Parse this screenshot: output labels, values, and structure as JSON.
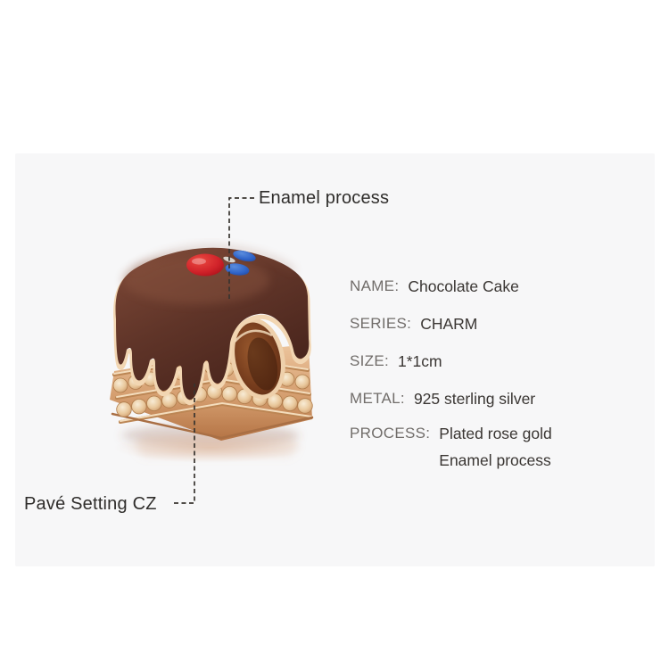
{
  "page": {
    "background": "#ffffff",
    "panel_background": "#f7f7f8"
  },
  "callouts": {
    "top": {
      "label": "Enamel process"
    },
    "bottom": {
      "label": "Pavé Setting CZ"
    }
  },
  "specs": {
    "rows": [
      {
        "label": "NAME:",
        "value": "Chocolate Cake"
      },
      {
        "label": "SERIES:",
        "value": "CHARM"
      },
      {
        "label": "SIZE:",
        "value": "1*1cm"
      },
      {
        "label": "METAL:",
        "value": "925 sterling silver"
      },
      {
        "label": "PROCESS:",
        "value_lines": [
          "Plated rose gold",
          "Enamel process"
        ]
      }
    ]
  },
  "charm": {
    "description": "chocolate cake slice charm bead, rose gold with pave CZ base, chocolate enamel drip top, red and blue enamel decorations, side bead hole",
    "colors": {
      "chocolate_dark": "#47241b",
      "chocolate": "#60352a",
      "chocolate_light": "#7c4a39",
      "gold_light": "#f2d6b2",
      "gold": "#d8a678",
      "gold_dark": "#b87c4e",
      "stone_light": "#f8ecd6",
      "stone": "#e2b98a",
      "stone_edge": "#b07d4c",
      "hole_inner": "#8a4a26",
      "hole_dark": "#5a2d14",
      "berry_red": "#cf1f26",
      "accent_blue": "#2f63c8",
      "callout_line": "#38342f"
    }
  },
  "text_colors": {
    "label": "#716d6a",
    "value": "#3a3633",
    "callout": "#2f2d2b"
  }
}
